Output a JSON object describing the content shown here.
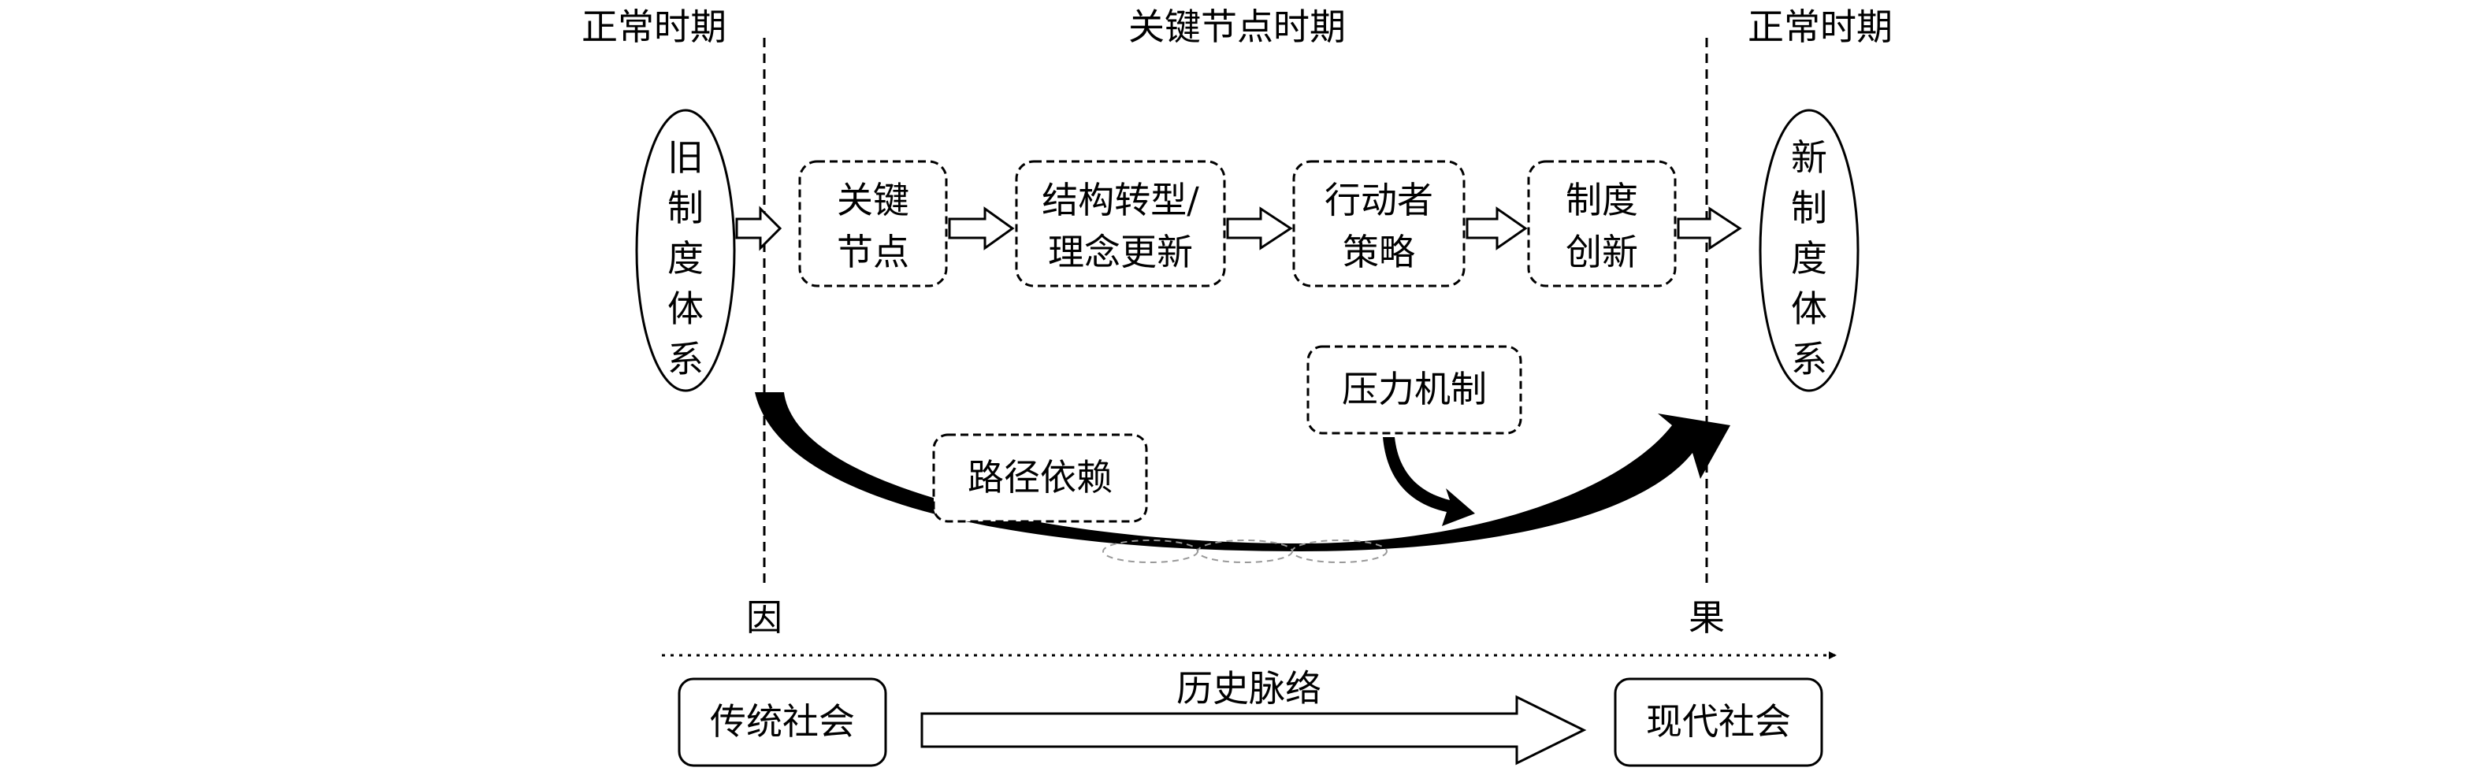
{
  "top_labels": {
    "left_period": "正常时期",
    "center_period": "关键节点时期",
    "right_period": "正常时期"
  },
  "old_system": {
    "chars": [
      "旧",
      "制",
      "度",
      "体",
      "系"
    ]
  },
  "new_system": {
    "chars": [
      "新",
      "制",
      "度",
      "体",
      "系"
    ]
  },
  "process_boxes": [
    {
      "lines": [
        "关键",
        "节点"
      ]
    },
    {
      "lines": [
        "结构转型/",
        "理念更新"
      ]
    },
    {
      "lines": [
        "行动者",
        "策略"
      ]
    },
    {
      "lines": [
        "制度",
        "创新"
      ]
    }
  ],
  "pressure_mechanism": "压力机制",
  "path_dependence": "路径依赖",
  "cause_label": "因",
  "effect_label": "果",
  "historical_context": "历史脉络",
  "traditional_society": "传统社会",
  "modern_society": "现代社会",
  "colors": {
    "line": "#000000",
    "dashed_gray": "#999999",
    "background": "#ffffff"
  }
}
